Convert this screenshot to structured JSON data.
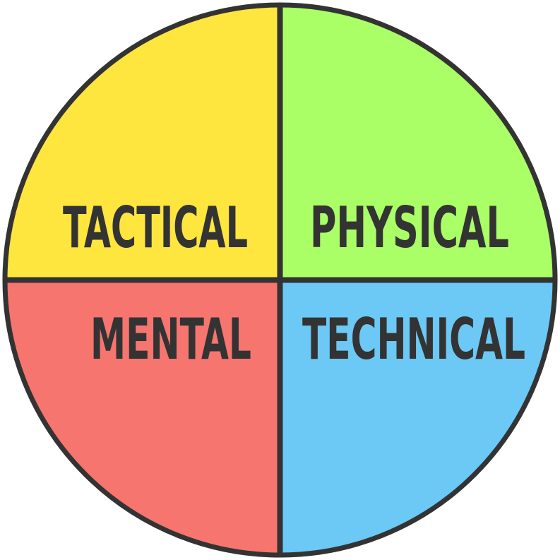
{
  "diagram": {
    "quadrants": [
      {
        "id": "top-left",
        "label": "TACTICAL",
        "color": "#FFE63E"
      },
      {
        "id": "top-right",
        "label": "PHYSICAL",
        "color": "#AAFF66"
      },
      {
        "id": "bottom-left",
        "label": "MENTAL",
        "color": "#F6756E"
      },
      {
        "id": "bottom-right",
        "label": "TECHNICAL",
        "color": "#6CC8F4"
      }
    ],
    "outline_color": "#333333",
    "label_color": "#333333"
  }
}
